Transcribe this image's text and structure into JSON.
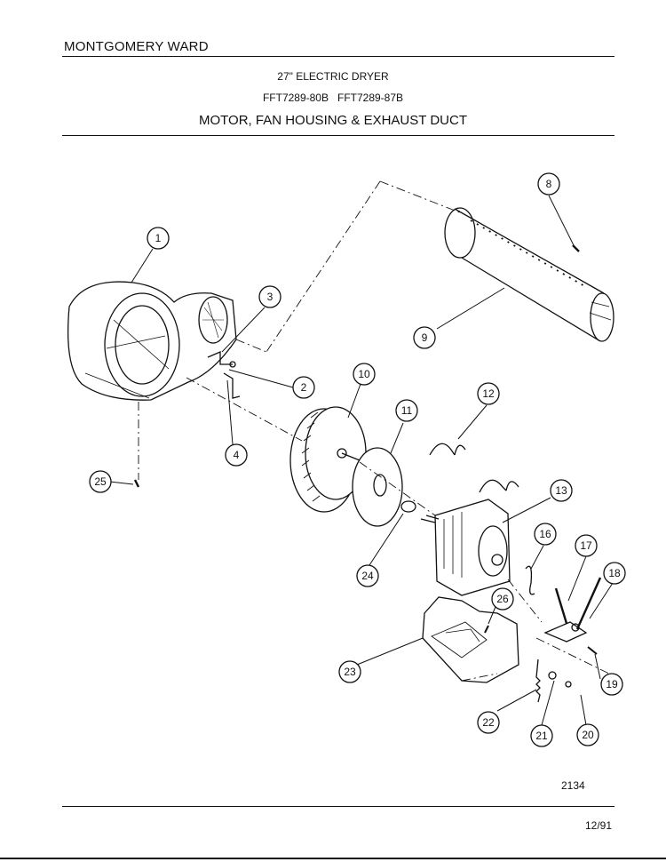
{
  "header": {
    "brand": "MONTGOMERY WARD",
    "title_line1": "27\" ELECTRIC DRYER",
    "title_line2": "FFT7289-80B   FFT7289-87B",
    "title_line3": "MOTOR, FAN HOUSING & EXHAUST DUCT"
  },
  "footer": {
    "drawing_number": "2134",
    "date": "12/91"
  },
  "callouts": [
    "1",
    "2",
    "3",
    "4",
    "8",
    "9",
    "10",
    "11",
    "12",
    "13",
    "16",
    "17",
    "18",
    "19",
    "20",
    "21",
    "22",
    "23",
    "24",
    "25",
    "26"
  ]
}
